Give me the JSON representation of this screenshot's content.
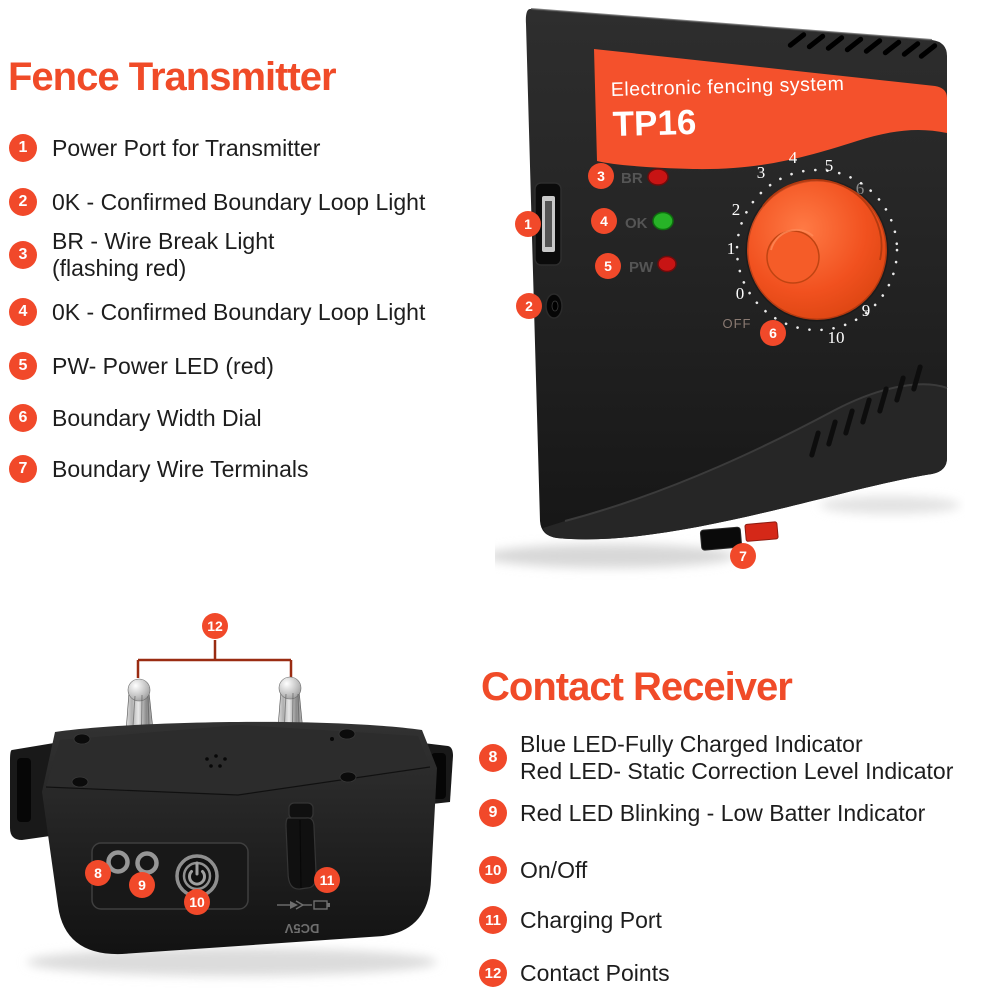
{
  "colors": {
    "accent": "#f1492a",
    "title_orange": "#f04b28",
    "banner_orange": "#f4512c",
    "knob_orange": "#f1511f",
    "led_red": "#c81414",
    "led_green": "#27b327",
    "callout_line": "#9a2c12",
    "text": "#1d1d1d"
  },
  "transmitter_section": {
    "title": "Fence Transmitter",
    "items": [
      {
        "num": "1",
        "label": "Power Port for Transmitter"
      },
      {
        "num": "2",
        "label": "0K - Confirmed Boundary Loop Light"
      },
      {
        "num": "3",
        "label": "BR - Wire Break Light\n(flashing red)"
      },
      {
        "num": "4",
        "label": "0K - Confirmed Boundary Loop Light"
      },
      {
        "num": "5",
        "label": "PW- Power LED (red)"
      },
      {
        "num": "6",
        "label": "Boundary Width Dial"
      },
      {
        "num": "7",
        "label": "Boundary Wire Terminals"
      }
    ]
  },
  "receiver_section": {
    "title": "Contact Receiver",
    "items": [
      {
        "num": "8",
        "label": "Blue LED-Fully Charged Indicator\nRed LED- Static Correction Level Indicator"
      },
      {
        "num": "9",
        "label": "Red LED Blinking - Low Batter Indicator"
      },
      {
        "num": "10",
        "label": "On/Off"
      },
      {
        "num": "11",
        "label": "Charging Port"
      },
      {
        "num": "12",
        "label": "Contact Points"
      }
    ]
  },
  "transmitter_device": {
    "brand_line": "Electronic fencing system",
    "model": "TP16",
    "leds": [
      {
        "label": "BR",
        "color": "red"
      },
      {
        "label": "OK",
        "color": "green"
      },
      {
        "label": "PW",
        "color": "red"
      }
    ],
    "dial": {
      "numbers": [
        "0",
        "1",
        "2",
        "3",
        "4",
        "5",
        "6",
        "9",
        "10"
      ],
      "off_label": "OFF"
    },
    "callouts": [
      "1",
      "2",
      "3",
      "4",
      "5",
      "6",
      "7"
    ]
  },
  "receiver_device": {
    "port_label": "DC5V",
    "callouts": [
      "8",
      "9",
      "10",
      "11",
      "12"
    ]
  }
}
